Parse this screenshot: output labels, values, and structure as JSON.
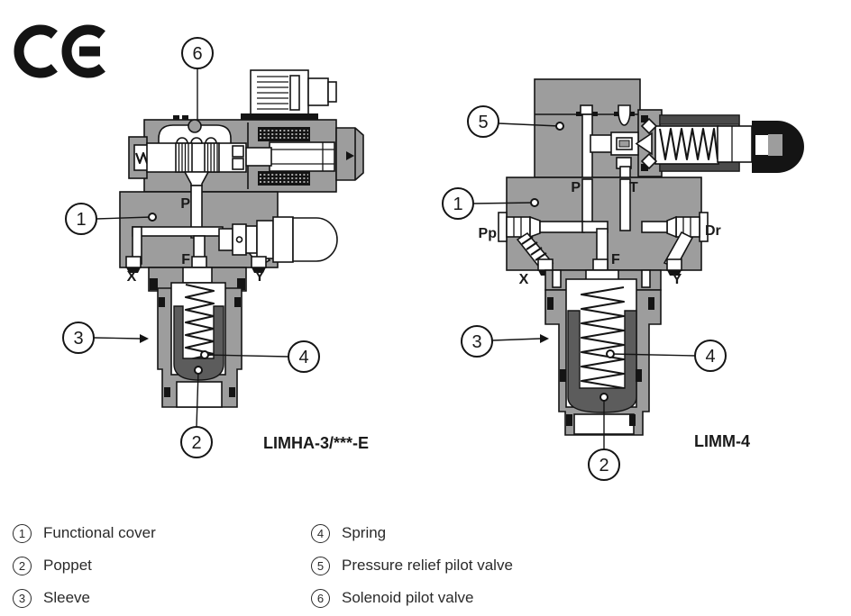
{
  "ce_mark": {
    "label": "CE"
  },
  "diagrams": {
    "limha": {
      "model_label": "LIMHA-3/***-E",
      "ports": {
        "p": "P",
        "f": "F",
        "x": "X",
        "y": "Y"
      },
      "callouts": {
        "c1": "1",
        "c2": "2",
        "c3": "3",
        "c4": "4",
        "c6": "6"
      }
    },
    "limm": {
      "model_label": "LIMM-4",
      "ports": {
        "p": "P",
        "t": "T",
        "pp": "Pp",
        "dr": "Dr",
        "x": "X",
        "f": "F",
        "y": "Y"
      },
      "callouts": {
        "c1": "1",
        "c2": "2",
        "c3": "3",
        "c4": "4",
        "c5": "5"
      }
    }
  },
  "legend": {
    "items": [
      {
        "number": "1",
        "label": "Functional cover"
      },
      {
        "number": "2",
        "label": "Poppet"
      },
      {
        "number": "3",
        "label": "Sleeve"
      },
      {
        "number": "4",
        "label": "Spring"
      },
      {
        "number": "5",
        "label": "Pressure relief pilot valve"
      },
      {
        "number": "6",
        "label": "Solenoid pilot valve"
      }
    ]
  },
  "colors": {
    "body_gray": "#9d9d9d",
    "housing_gray": "#8f8f8f",
    "dark_strip_gray": "#4a4a4a",
    "poppet_gray": "#5c5c5c",
    "outline_black": "#141414",
    "background": "#ffffff"
  }
}
